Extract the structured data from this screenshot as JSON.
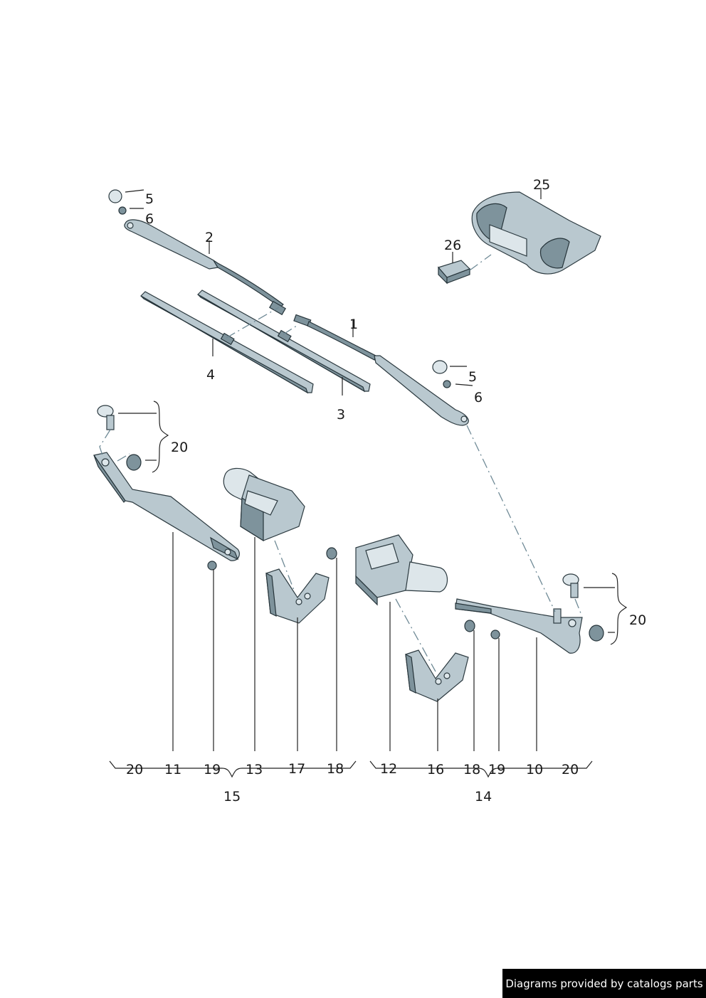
{
  "labels": {
    "l1": "1",
    "l2": "2",
    "l3": "3",
    "l4": "4",
    "l5a": "5",
    "l5b": "5",
    "l6a": "6",
    "l6b": "6",
    "l20a": "20",
    "l20b": "20",
    "l25": "25",
    "l26": "26",
    "b20a": "20",
    "b11": "11",
    "b19a": "19",
    "b13": "13",
    "b17": "17",
    "b18a": "18",
    "b12": "12",
    "b16": "16",
    "b18b": "18",
    "b19b": "19",
    "b10": "10",
    "b20b": "20",
    "g15": "15",
    "g14": "14"
  },
  "footer": {
    "text": "Diagrams provided by catalogs parts"
  }
}
